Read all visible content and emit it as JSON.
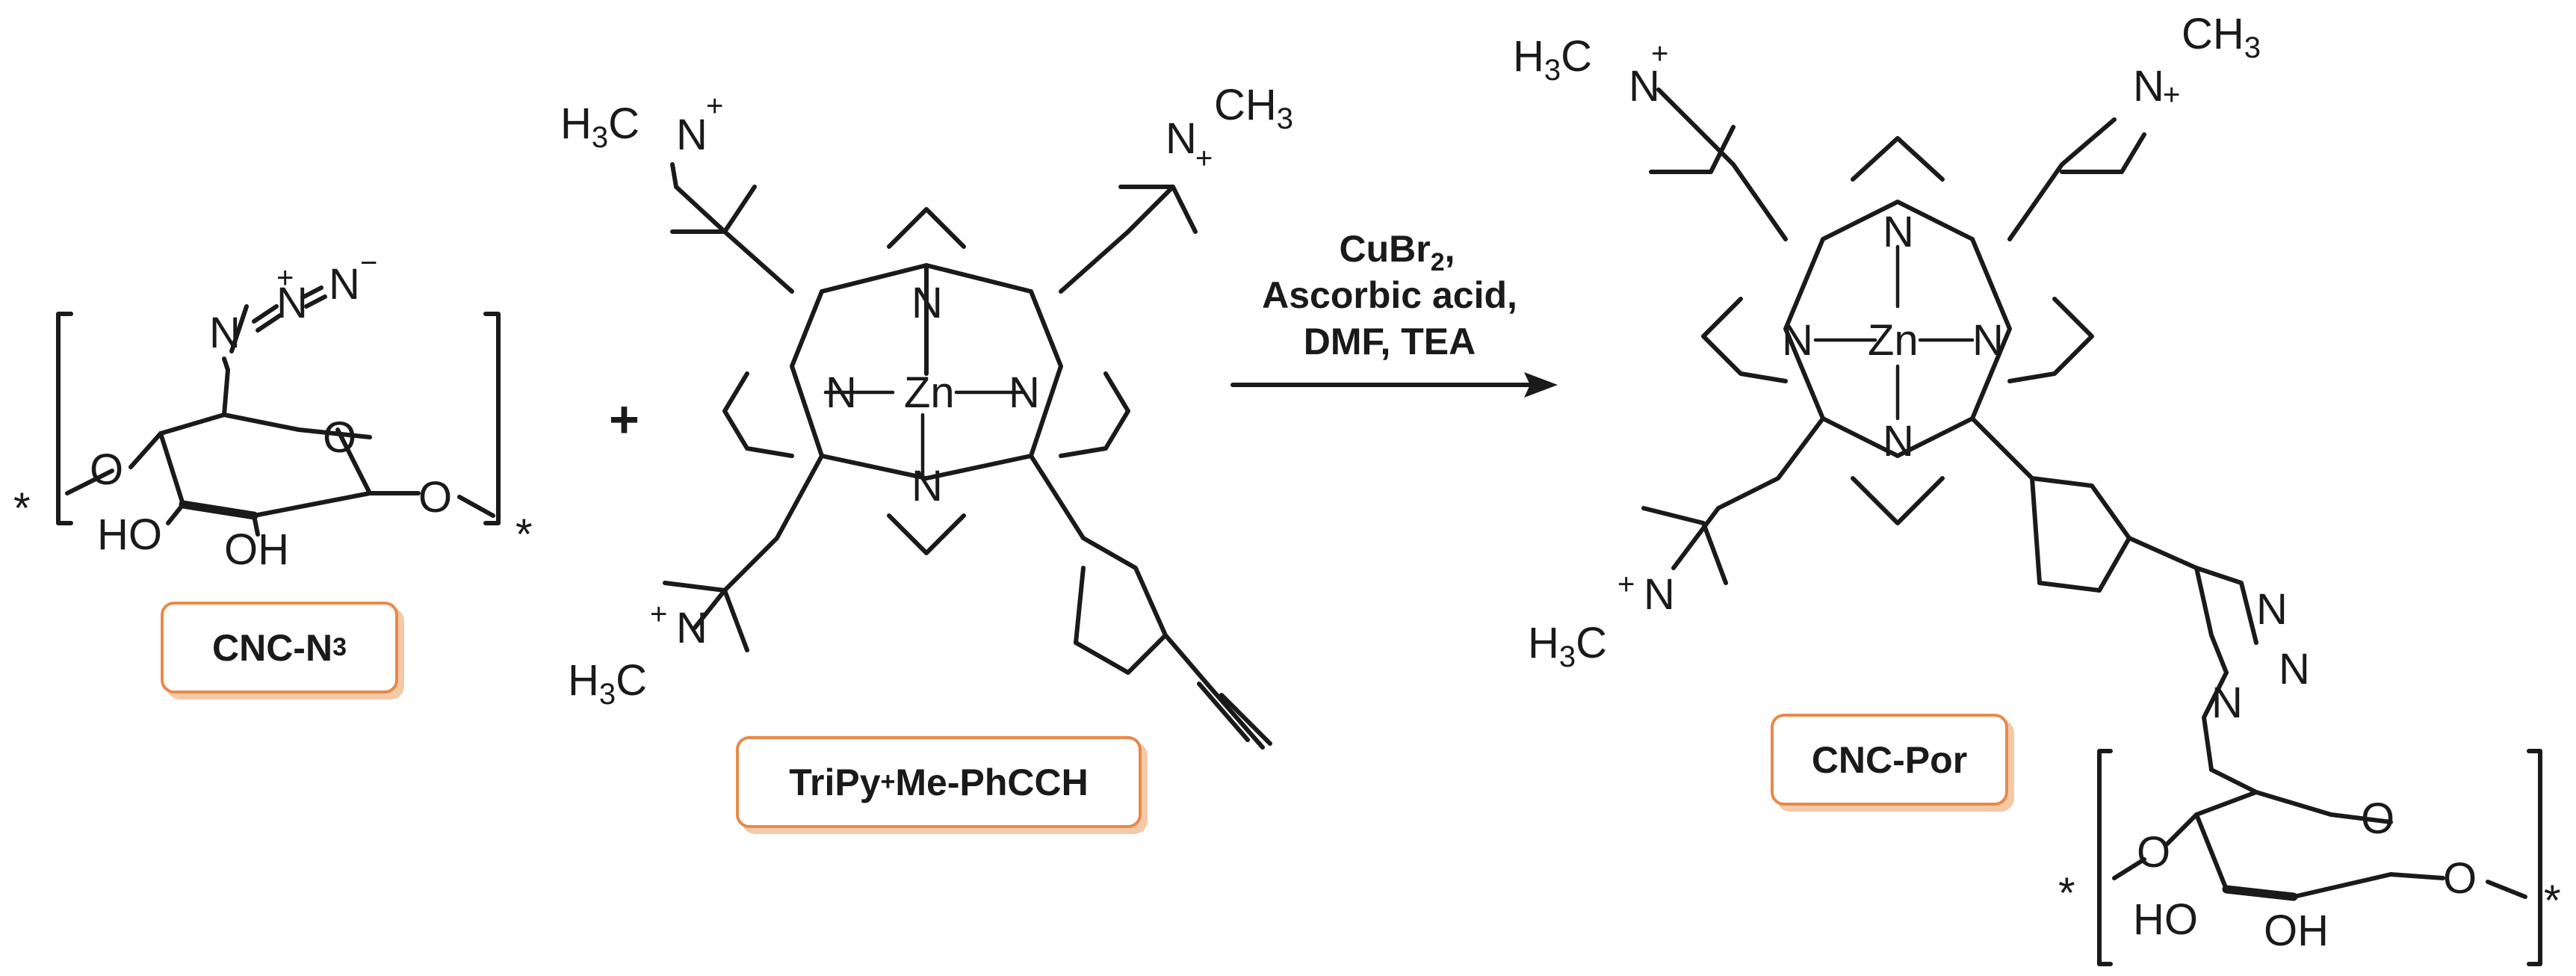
{
  "compounds": {
    "cnc_n3": {
      "label": "CNC-N",
      "label_sub": "3"
    },
    "porphyrin": {
      "label_pre": "TriPy",
      "label_sup": "+",
      "label_post": "Me-PhCCH"
    },
    "product": {
      "label": "CNC-Por"
    }
  },
  "reaction": {
    "plus": "+",
    "conditions": [
      "CuBr",
      "Ascorbic acid,",
      "DMF, TEA"
    ],
    "conditions_sub": "2",
    "conditions_suffix": ","
  },
  "atoms": {
    "n": "N",
    "o": "O",
    "zn": "Zn",
    "ho": "HO",
    "oh": "OH",
    "h3c": "H",
    "ch3": "CH",
    "three": "3",
    "plus": "+",
    "minus": "−",
    "star": "*"
  },
  "colors": {
    "label_border": "#e8894b",
    "label_shadow": "#f3c9a6",
    "ink": "#1a1a1a"
  }
}
